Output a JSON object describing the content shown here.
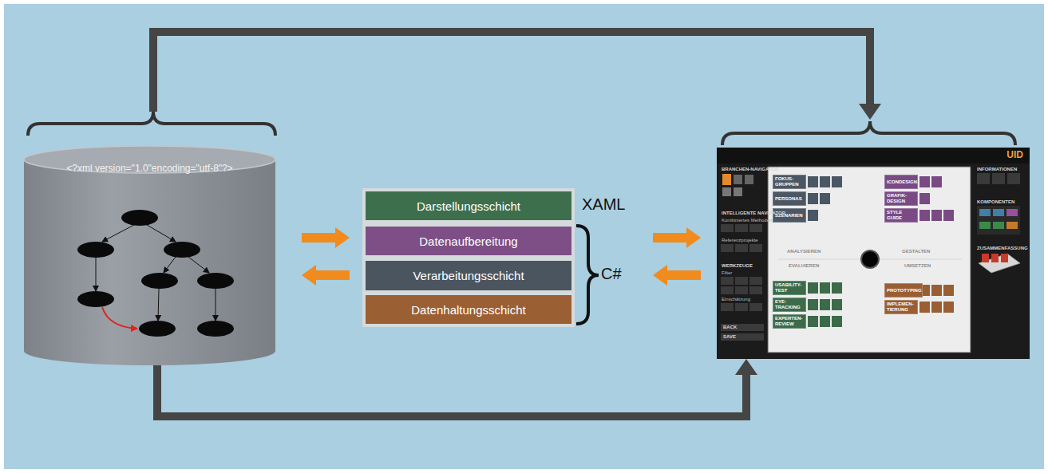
{
  "diagram": {
    "nodes": [
      {
        "text": [
          "<?xml version=\"1.0\"encoding=\"utf-8\"?>"
        ]
      },
      {
        "text": [
          "Darstellungsschicht"
        ]
      },
      {
        "text": [
          "Datenaufbereitung"
        ]
      },
      {
        "text": [
          "Verarbeitungsschicht"
        ]
      },
      {
        "text": [
          "Datenhaltungsschicht"
        ]
      },
      {
        "text": [
          "UID"
        ]
      },
      {
        "text": [
          "FOKUS-GRUPPEN"
        ],
        "in": 5
      },
      {
        "text": [
          "PERSONAS"
        ],
        "in": 5
      },
      {
        "text": [
          "SZENARIEN"
        ],
        "in": 5
      },
      {
        "text": [
          "ICONDESIGN"
        ],
        "in": 5
      },
      {
        "text": [
          "GRAFIK-DESIGN"
        ],
        "in": 5
      },
      {
        "text": [
          "STYLE GUIDE"
        ],
        "in": 5
      },
      {
        "text": [
          "USABILITY-TEST"
        ],
        "in": 5
      },
      {
        "text": [
          "EYE-TRACKING"
        ],
        "in": 5
      },
      {
        "text": [
          "EXPERTEN-REVIEW"
        ],
        "in": 5
      },
      {
        "text": [
          "PROTOTYPING"
        ],
        "in": 5
      },
      {
        "text": [
          "IMPLEMEN-TIERUNG"
        ],
        "in": 5
      }
    ],
    "edges": [
      {
        "from": 0,
        "to": 5,
        "arrow": "to"
      },
      {
        "from": 0,
        "to": 5,
        "arrow": "to"
      }
    ],
    "labels": [
      "XAML",
      "C#",
      "ANALYSIEREN",
      "GESTALTEN",
      "EVALUIEREN",
      "UMSETZEN",
      "BRANCHEN-NAVIGATOR",
      "INTELLIGENTE NAVIGATOR",
      "Kombiniertes Methoden",
      "Referenzprojekte",
      "WERKZEUGE",
      "Filter",
      "Einschätzung",
      "BACK",
      "SAVE",
      "INFORMATIONEN",
      "KOMPONENTEN",
      "ZUSAMMENFASSUNG"
    ]
  }
}
